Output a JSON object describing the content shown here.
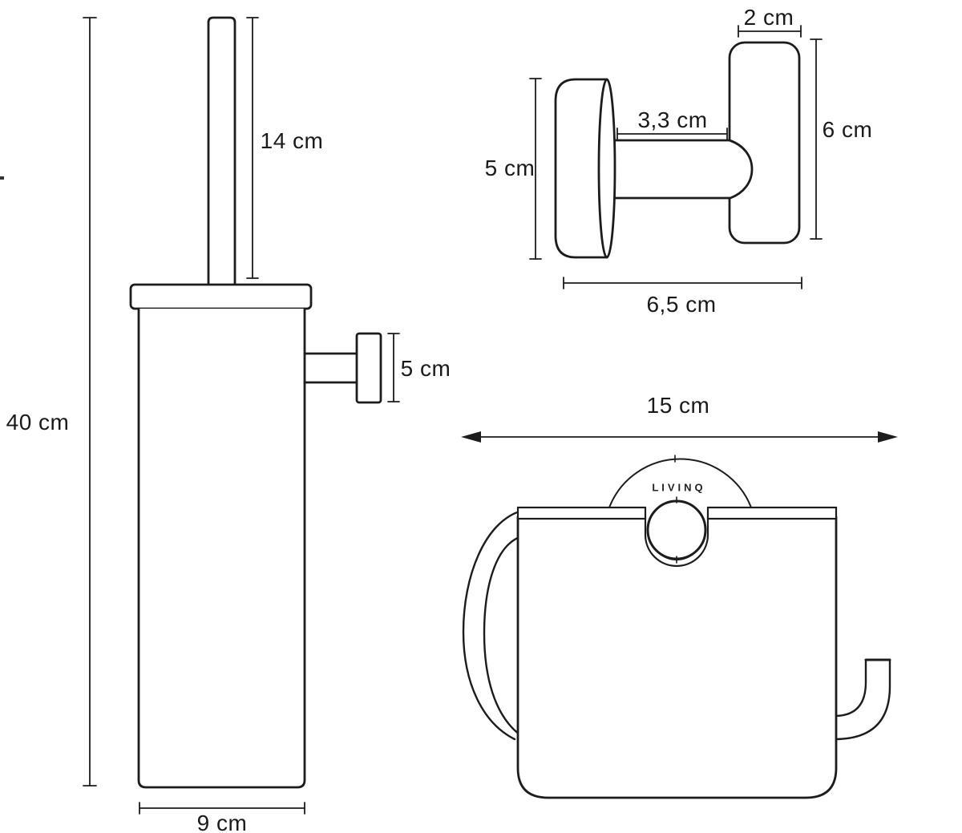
{
  "page": {
    "background": "#ffffff",
    "line_color": "#1c1c1c"
  },
  "drawings": {
    "toilet_brush": {
      "height_label": "40 cm",
      "handle_label": "14 cm",
      "mount_label": "5 cm",
      "width_label": "9 cm"
    },
    "wall_hook": {
      "top_label": "2 cm",
      "arm_label": "3,3 cm",
      "plate_label": "5 cm",
      "bar_label": "6 cm",
      "depth_label": "6,5 cm"
    },
    "toilet_roll_holder": {
      "width_label": "15 cm",
      "brand_label": "LIVINQ"
    }
  }
}
